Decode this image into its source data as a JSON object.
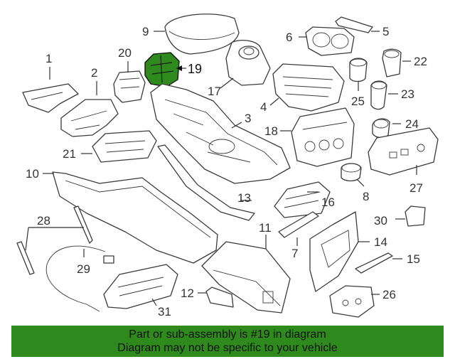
{
  "highlight_color": "#2f8a1e",
  "callouts": {
    "c1": "1",
    "c2": "2",
    "c3": "3",
    "c4": "4",
    "c5": "5",
    "c6": "6",
    "c7": "7",
    "c8": "8",
    "c9": "9",
    "c10": "10",
    "c11": "11",
    "c12": "12",
    "c13": "13",
    "c14": "14",
    "c15": "15",
    "c16": "16",
    "c17": "17",
    "c18": "18",
    "c19": "19",
    "c20": "20",
    "c21": "21",
    "c22": "22",
    "c23": "23",
    "c24": "24",
    "c25": "25",
    "c26": "26",
    "c27": "27",
    "c28": "28",
    "c29": "29",
    "c30": "30",
    "c31": "31"
  },
  "banner": {
    "line1": "Part or sub-assembly is #19 in diagram",
    "line2": "Diagram may not be specific to your vehicle"
  }
}
